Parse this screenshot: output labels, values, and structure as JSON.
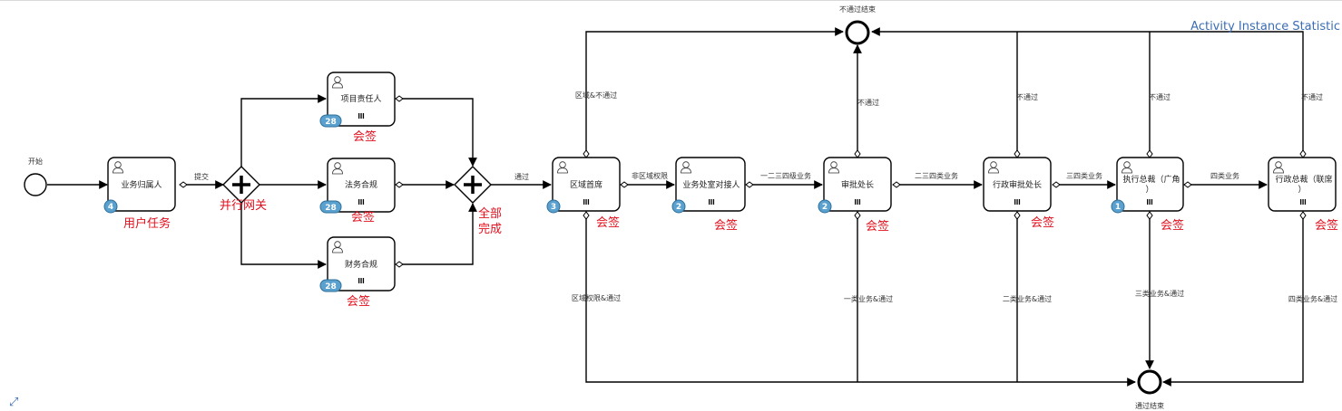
{
  "statistics_title": "Activity Instance Statistic",
  "events": {
    "start": "开始",
    "reject_end": "不通过结束",
    "pass_end": "通过结束"
  },
  "tasks": {
    "business_owner": "业务归属人",
    "project_lead": "项目责任人",
    "legal_compliance": "法务合规",
    "finance_compliance": "财务合规",
    "regional_head": "区域首席",
    "business_contact": "业务处室对接人",
    "approval_chief": "审批处长",
    "admin_approval_chief": "行政审批处长",
    "exec_president_l1": "执行总裁（广角",
    "exec_president_l2": "）",
    "admin_president_l1": "行政总裁（联席",
    "admin_president_l2": "）"
  },
  "badges": {
    "business_owner": "4",
    "project_lead": "28",
    "legal_compliance": "28",
    "finance_compliance": "28",
    "regional_head": "3",
    "business_contact": "2",
    "approval_chief": "2",
    "exec_president": "1"
  },
  "multi_instance_marker": "III",
  "flows": {
    "submit": "提交",
    "pass": "通过",
    "non_regional": "非区域权限",
    "regional_reject": "区域&不通过",
    "regional_pass": "区域权限&通过",
    "tier_123_4": "一二三四级业务",
    "reject": "不通过",
    "tier_234": "二三四类业务",
    "tier_34": "三四类业务",
    "tier_4": "四类业务",
    "tier_1_pass": "一类业务&通过",
    "tier_2_pass": "二类业务&通过",
    "tier_3_pass": "三类业务&通过",
    "tier_4_pass": "四类业务&通过"
  },
  "annotations": {
    "user_task": "用户任务",
    "parallel_gateway": "并行网关",
    "all_done_l1": "全部",
    "all_done_l2": "完成",
    "countersign": "会签"
  },
  "colors": {
    "stroke": "#000000",
    "badge_fill": "#5aa1cf",
    "annotation": "#e0101e",
    "statistic_title": "#3a6db5",
    "flow_line": "#000000"
  },
  "icons": {
    "user_task": "user-icon",
    "parallel_gateway": "plus-icon",
    "expand": "expand-icon"
  }
}
